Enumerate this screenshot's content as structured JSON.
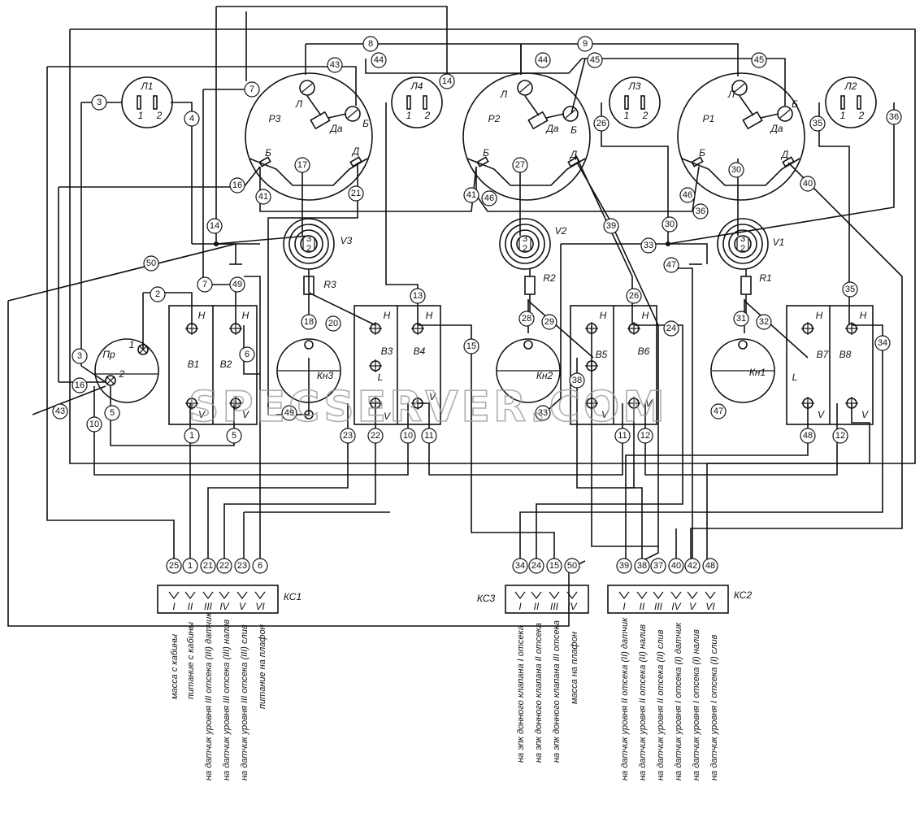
{
  "watermark": "SPECSERVER.COM",
  "lamps": {
    "l1": {
      "label": "Л1",
      "pin1": "1",
      "pin2": "2"
    },
    "l4": {
      "label": "Л4",
      "pin1": "1",
      "pin2": "2"
    },
    "l3": {
      "label": "Л3",
      "pin1": "1",
      "pin2": "2"
    },
    "l2": {
      "label": "Л2",
      "pin1": "1",
      "pin2": "2"
    }
  },
  "relays": {
    "p3": {
      "label": "Р3",
      "t_l": "Л",
      "t_b_top": "Б",
      "t_da": "Да",
      "t_b": "Б",
      "t_d": "Д"
    },
    "p2": {
      "label": "Р2",
      "t_l": "Л",
      "t_b_top": "Б",
      "t_da": "Да",
      "t_b": "Б",
      "t_d": "Д"
    },
    "p1": {
      "label": "Р1",
      "t_l": "Л",
      "t_b_top": "Б",
      "t_da": "Да",
      "t_b": "Б",
      "t_d": "Д"
    }
  },
  "valves": {
    "v3": {
      "label": "V3",
      "pin3": "3",
      "pin2": "2"
    },
    "v2": {
      "label": "V2",
      "pin3": "3",
      "pin2": "2"
    },
    "v1": {
      "label": "V1",
      "pin3": "3",
      "pin2": "2"
    }
  },
  "resistors": {
    "r3": "R3",
    "r2": "R2",
    "r1": "R1"
  },
  "buttons": {
    "kn3": "Кн3",
    "kn2": "Кн2",
    "kn1": "Кн1"
  },
  "fuse": {
    "label": "Пр",
    "pin1": "1",
    "pin2": "2"
  },
  "switches": {
    "h": "Н",
    "v": "V",
    "l": "L",
    "b1": "В1",
    "b2": "В2",
    "b3": "В3",
    "b4": "В4",
    "b5": "В5",
    "b6": "В6",
    "b7": "В7",
    "b8": "В8"
  },
  "connectors": {
    "ks1": {
      "label": "КС1",
      "pins": [
        "I",
        "II",
        "III",
        "IV",
        "V",
        "VI"
      ]
    },
    "ks3": {
      "label": "КС3",
      "pins": [
        "I",
        "II",
        "III",
        "IV"
      ]
    },
    "ks2": {
      "label": "КС2",
      "pins": [
        "I",
        "II",
        "III",
        "IV",
        "V",
        "VI"
      ]
    }
  },
  "wire_numbers": {
    "n1": "1",
    "n2": "2",
    "n3": "3",
    "n4": "4",
    "n5": "5",
    "n6": "6",
    "n7": "7",
    "n8": "8",
    "n9": "9",
    "n10": "10",
    "n11": "11",
    "n12": "12",
    "n13": "13",
    "n14": "14",
    "n15": "15",
    "n16": "16",
    "n17": "17",
    "n18": "18",
    "n20": "20",
    "n21": "21",
    "n22": "22",
    "n23": "23",
    "n24": "24",
    "n25": "25",
    "n26": "26",
    "n27": "27",
    "n28": "28",
    "n29": "29",
    "n30": "30",
    "n31": "31",
    "n32": "32",
    "n33": "33",
    "n34": "34",
    "n35": "35",
    "n36": "36",
    "n37": "37",
    "n38": "38",
    "n39": "39",
    "n40": "40",
    "n41": "41",
    "n42": "42",
    "n43": "43",
    "n44": "44",
    "n45": "45",
    "n46": "46",
    "n47": "47",
    "n48": "48",
    "n49": "49",
    "n50": "50"
  },
  "ks1_descriptions": [
    "масса с кабины",
    "питание с кабины",
    "на датчик уровня III отсека (III) датчик",
    "на датчик уровня III отсека (III) налив",
    "на датчик уровня III отсека (III) слив",
    "питание на плафон"
  ],
  "ks3_descriptions": [
    "на эпк донного клапана I отсека",
    "на эпк донного клапана II отсека",
    "на эпк донного клапана III отсека",
    "масса на плафон"
  ],
  "ks2_descriptions": [
    "на датчик уровня II отсека (II) датчик",
    "на датчик уровня II отсека (II) налив",
    "на датчик уровня II отсека (II) слив",
    "на датчик уровня I отсека (I) датчик",
    "на датчик уровня I отсека (I) налив",
    "на датчик уровня I отсека (I) слив"
  ]
}
